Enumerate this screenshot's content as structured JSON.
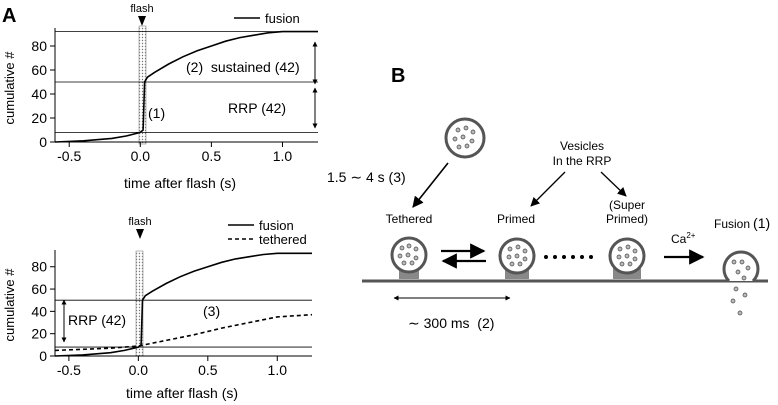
{
  "panel_a": {
    "label": "A",
    "top": {
      "flash_label": "flash",
      "legend": [
        {
          "label": "fusion",
          "style": "solid"
        }
      ],
      "ylabel": "cumulative #",
      "xlabel": "time after flash (s)",
      "annotations": {
        "sustained": "(2)  sustained (42)",
        "rrp": "RRP (42)",
        "one": "(1)"
      }
    },
    "bottom": {
      "flash_label": "flash",
      "legend": [
        {
          "label": "fusion",
          "style": "solid"
        },
        {
          "label": "tethered",
          "style": "dashed"
        }
      ],
      "ylabel": "cumulative #",
      "xlabel": "time after flash (s)",
      "annotations": {
        "rrp": "RRP (42)",
        "three": "(3)"
      }
    }
  },
  "panel_b": {
    "label": "B",
    "time_label": "1.5 ∼ 4 s (3)",
    "vesicles_label_1": "Vesicles",
    "vesicles_label_2": "In the RRP",
    "tethered": "Tethered",
    "primed": "Primed",
    "super_primed_1": "(Super",
    "super_primed_2": "Primed)",
    "ca_label": "Ca",
    "ca_sup": "2+",
    "fusion": "Fusion",
    "fusion_num": "(1)",
    "duration": "∼ 300 ms  (2)"
  },
  "chart_data": [
    {
      "type": "line",
      "xlabel": "time after flash (s)",
      "ylabel": "cumulative #",
      "xlim": [
        -0.6,
        1.25
      ],
      "ylim": [
        0,
        95
      ],
      "xticks": [
        -0.5,
        0.0,
        0.5,
        1.0
      ],
      "xtick_labels": [
        "-0.5",
        "0.0",
        "0.5",
        "1.0"
      ],
      "yticks": [
        0,
        20,
        40,
        60,
        80
      ],
      "ytick_labels": [
        "0",
        "20",
        "40",
        "60",
        "80"
      ],
      "hlines": [
        8,
        50,
        92
      ],
      "series": [
        {
          "name": "fusion",
          "style": "solid",
          "x": [
            -0.6,
            -0.4,
            -0.2,
            -0.1,
            0.0,
            0.02,
            0.03,
            0.05,
            0.1,
            0.2,
            0.3,
            0.4,
            0.5,
            0.6,
            0.7,
            0.8,
            0.9,
            1.0,
            1.1,
            1.25
          ],
          "y": [
            0,
            1,
            3,
            5,
            8,
            10,
            50,
            54,
            58,
            65,
            71,
            76,
            80,
            84,
            87,
            89,
            91,
            92,
            92,
            92
          ]
        }
      ]
    },
    {
      "type": "line",
      "xlabel": "time after flash (s)",
      "ylabel": "cumulative #",
      "xlim": [
        -0.6,
        1.25
      ],
      "ylim": [
        0,
        95
      ],
      "xticks": [
        -0.5,
        0.0,
        0.5,
        1.0
      ],
      "xtick_labels": [
        "-0.5",
        "0.0",
        "0.5",
        "1.0"
      ],
      "yticks": [
        0,
        20,
        40,
        60,
        80
      ],
      "ytick_labels": [
        "0",
        "20",
        "40",
        "60",
        "80"
      ],
      "hlines": [
        8,
        50
      ],
      "series": [
        {
          "name": "fusion",
          "style": "solid",
          "x": [
            -0.6,
            -0.4,
            -0.2,
            -0.1,
            0.0,
            0.02,
            0.03,
            0.05,
            0.1,
            0.2,
            0.3,
            0.4,
            0.5,
            0.6,
            0.7,
            0.8,
            0.9,
            1.0,
            1.1,
            1.25
          ],
          "y": [
            0,
            1,
            3,
            5,
            8,
            10,
            50,
            54,
            58,
            65,
            71,
            76,
            80,
            84,
            87,
            89,
            91,
            92,
            92,
            92
          ]
        },
        {
          "name": "tethered",
          "style": "dashed",
          "x": [
            -0.6,
            -0.4,
            -0.2,
            0.0,
            0.2,
            0.4,
            0.6,
            0.8,
            1.0,
            1.25
          ],
          "y": [
            5,
            6,
            7,
            9,
            14,
            19,
            25,
            30,
            35,
            37
          ]
        }
      ]
    }
  ]
}
